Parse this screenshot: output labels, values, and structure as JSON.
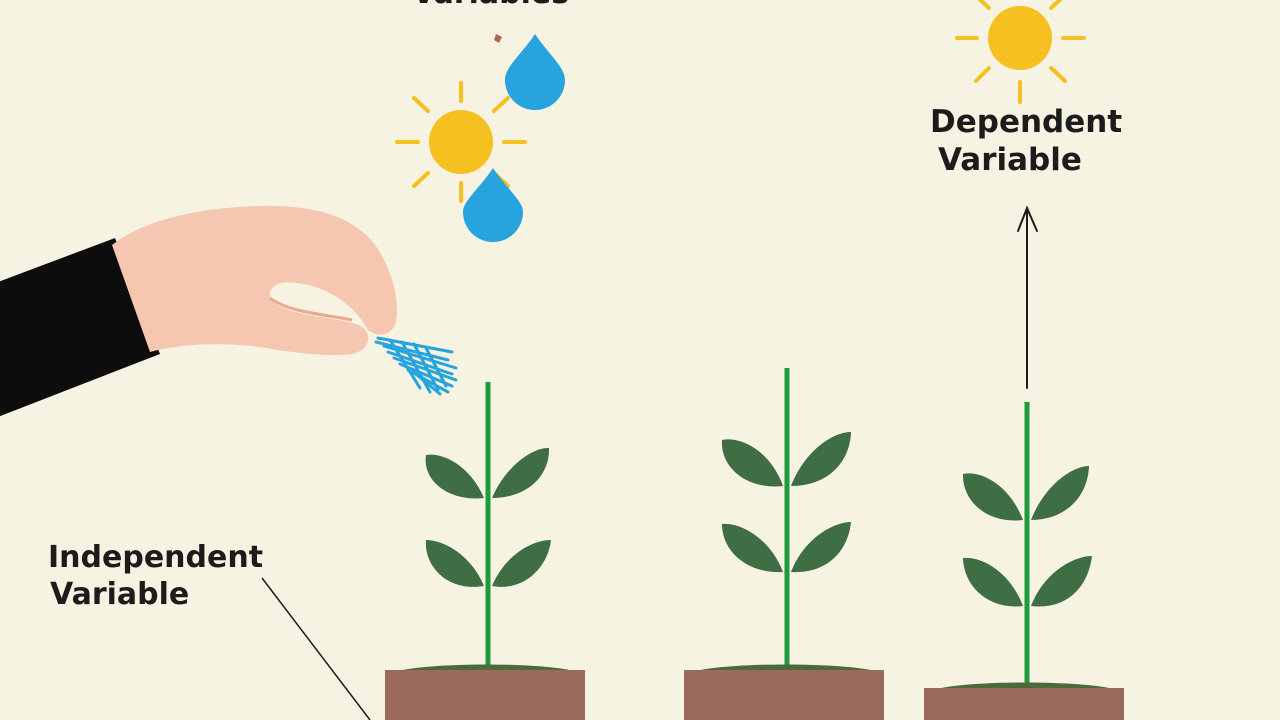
{
  "labels": {
    "controlled": "Variables",
    "dependent_line1": "Dependent",
    "dependent_line2": "Variable",
    "independent_line1": "Independent",
    "independent_line2": "Variable"
  },
  "icons": [
    "sun-icon",
    "water-drop-icon",
    "hand-icon",
    "plant-icon",
    "flower-pot-icon",
    "arrow-up-icon"
  ],
  "colors": {
    "background": "#f7f3e2",
    "sun": "#f5c020",
    "water": "#27a3dd",
    "leaf": "#3f6e44",
    "stem": "#1e9c3c",
    "pot": "#9a6b5a",
    "soil": "#4c6a3a",
    "skin": "#f5c6b0",
    "sleeve": "#0d0d0d"
  }
}
